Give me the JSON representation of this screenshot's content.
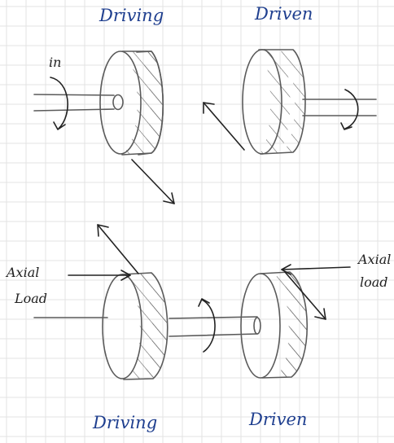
{
  "labels": {
    "top_left_title": "Driving",
    "top_right_title": "Driven",
    "bottom_left_title": "Driving",
    "bottom_right_title": "Driven",
    "input_label": "in",
    "axial_left_line1": "Axial",
    "axial_left_line2": "Load",
    "axial_right_line1": "Axial",
    "axial_right_line2": "load"
  },
  "colors": {
    "title_ink": "#1f3f8f",
    "line_ink": "#5a5a5a",
    "arrow_ink": "#222222",
    "grid": "#e3e3e3"
  }
}
